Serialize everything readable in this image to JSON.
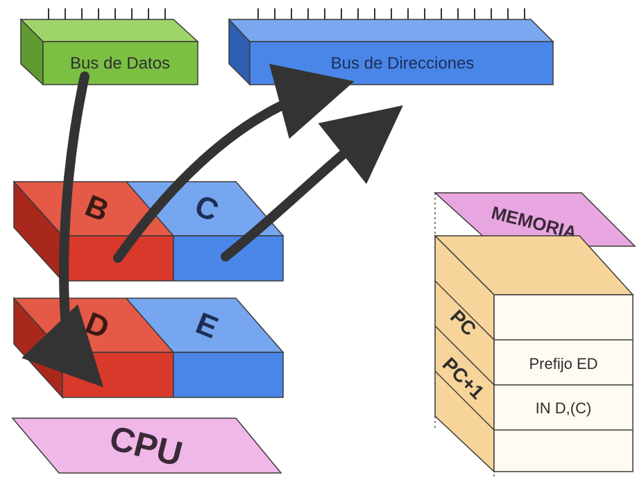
{
  "buses": {
    "data": {
      "label": "Bus de Datos",
      "color": "#7cc043"
    },
    "address": {
      "label": "Bus de Direcciones",
      "color": "#4a86e8"
    }
  },
  "registers": {
    "B": {
      "label": "B",
      "color": "#d8392b"
    },
    "C": {
      "label": "C",
      "color": "#4a86e8"
    },
    "D": {
      "label": "D",
      "color": "#d8392b"
    },
    "E": {
      "label": "E",
      "color": "#4a86e8"
    }
  },
  "cpu": {
    "label": "CPU",
    "color": "#f0b8e8"
  },
  "memory": {
    "title": "MEMORIA",
    "title_color": "#e8a6e0",
    "side_color": "#f7d49a",
    "rows": [
      {
        "address": "PC",
        "content": ""
      },
      {
        "address": "PC+1",
        "content": "Prefijo ED"
      },
      {
        "address": "",
        "content": "IN D,(C)"
      }
    ]
  },
  "colors": {
    "arrow": "#333333",
    "outline": "#3a3a3a"
  }
}
